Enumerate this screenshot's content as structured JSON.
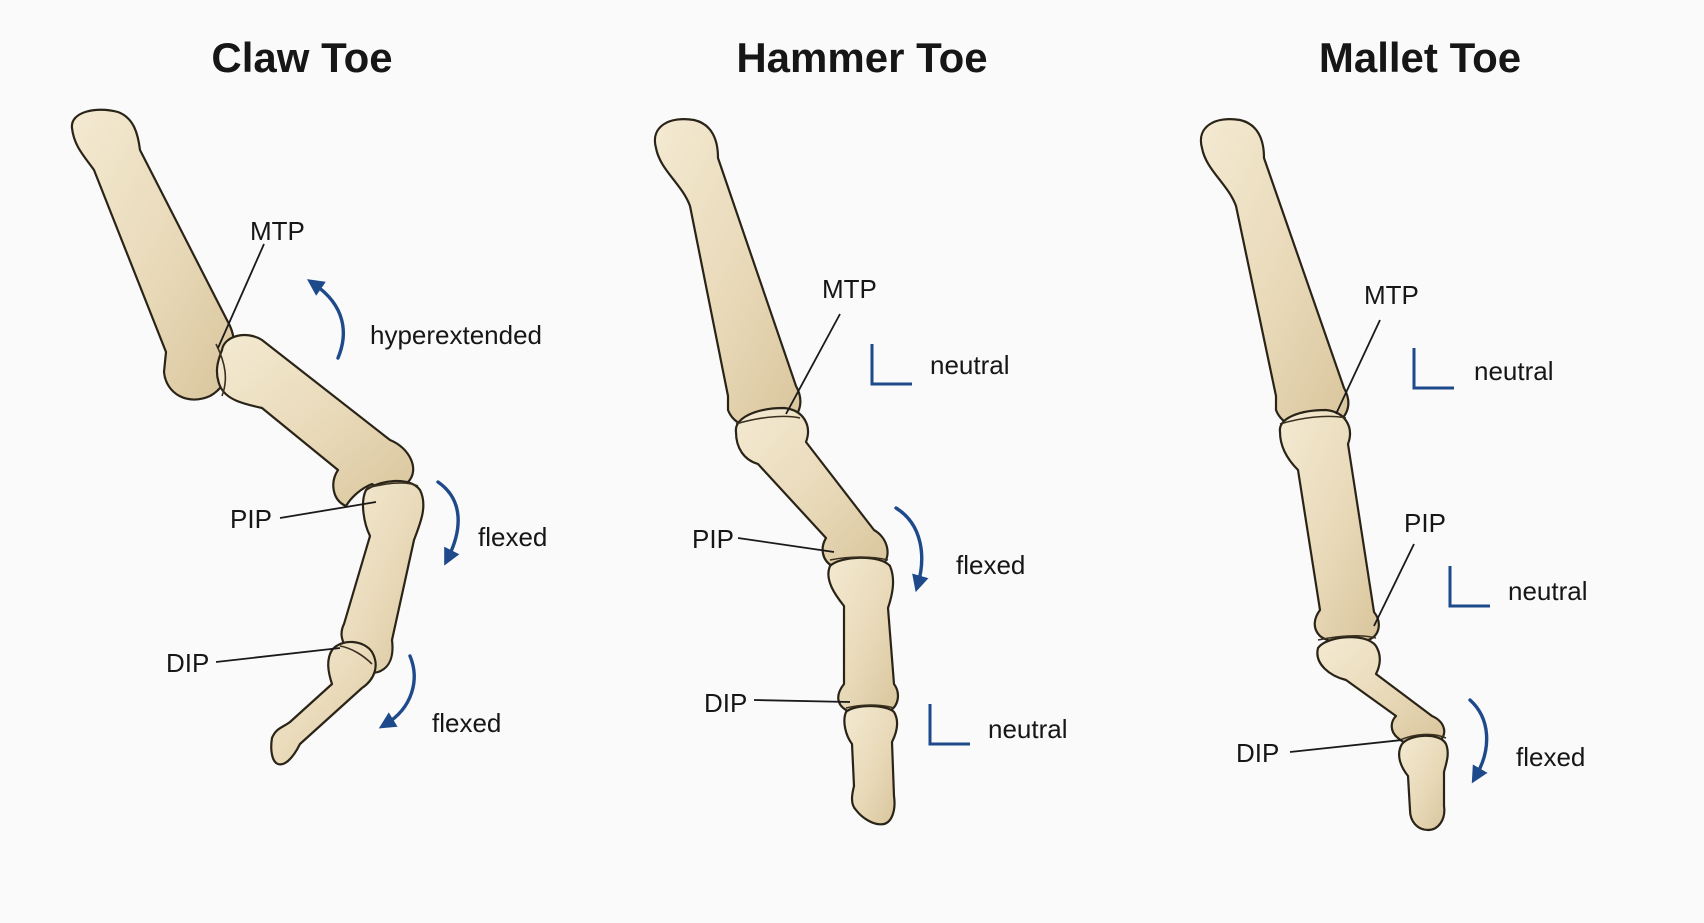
{
  "panels": [
    {
      "title": "Claw Toe",
      "labels": {
        "mtp": "MTP",
        "pip": "PIP",
        "dip": "DIP",
        "mtp_state": "hyperextended",
        "pip_state": "flexed",
        "dip_state": "flexed"
      }
    },
    {
      "title": "Hammer Toe",
      "labels": {
        "mtp": "MTP",
        "pip": "PIP",
        "dip": "DIP",
        "mtp_state": "neutral",
        "pip_state": "flexed",
        "dip_state": "neutral"
      }
    },
    {
      "title": "Mallet Toe",
      "labels": {
        "mtp": "MTP",
        "pip": "PIP",
        "dip": "DIP",
        "mtp_state": "neutral",
        "pip_state": "neutral",
        "dip_state": "flexed"
      }
    }
  ],
  "colors": {
    "bone_fill": "#ecdfc2",
    "bone_outline": "#2a2418",
    "annotation_blue": "#1e4a8c",
    "background": "#fafafa"
  }
}
